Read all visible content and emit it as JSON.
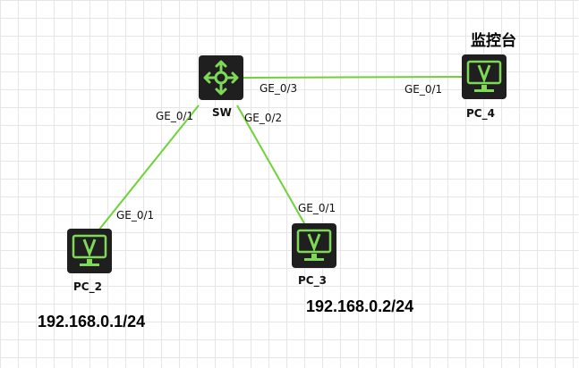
{
  "colors": {
    "link": "#6fd23a",
    "accent": "#7ed957",
    "device_body": "#1f1f1f"
  },
  "nodes": {
    "sw": {
      "label": "SW",
      "icon": "switch-icon"
    },
    "pc2": {
      "label": "PC_2",
      "icon": "monitor-icon"
    },
    "pc3": {
      "label": "PC_3",
      "icon": "monitor-icon"
    },
    "pc4": {
      "label": "PC_4",
      "icon": "monitor-icon"
    }
  },
  "links": [
    {
      "from": "sw",
      "from_port": "GE_0/1",
      "to": "pc2",
      "to_port": "GE_0/1"
    },
    {
      "from": "sw",
      "from_port": "GE_0/2",
      "to": "pc3",
      "to_port": "GE_0/1"
    },
    {
      "from": "sw",
      "from_port": "GE_0/3",
      "to": "pc4",
      "to_port": "GE_0/1"
    }
  ],
  "annotations": {
    "monitor_station": "监控台",
    "pc2_ip": "192.168.0.1/24",
    "pc3_ip": "192.168.0.2/24"
  }
}
